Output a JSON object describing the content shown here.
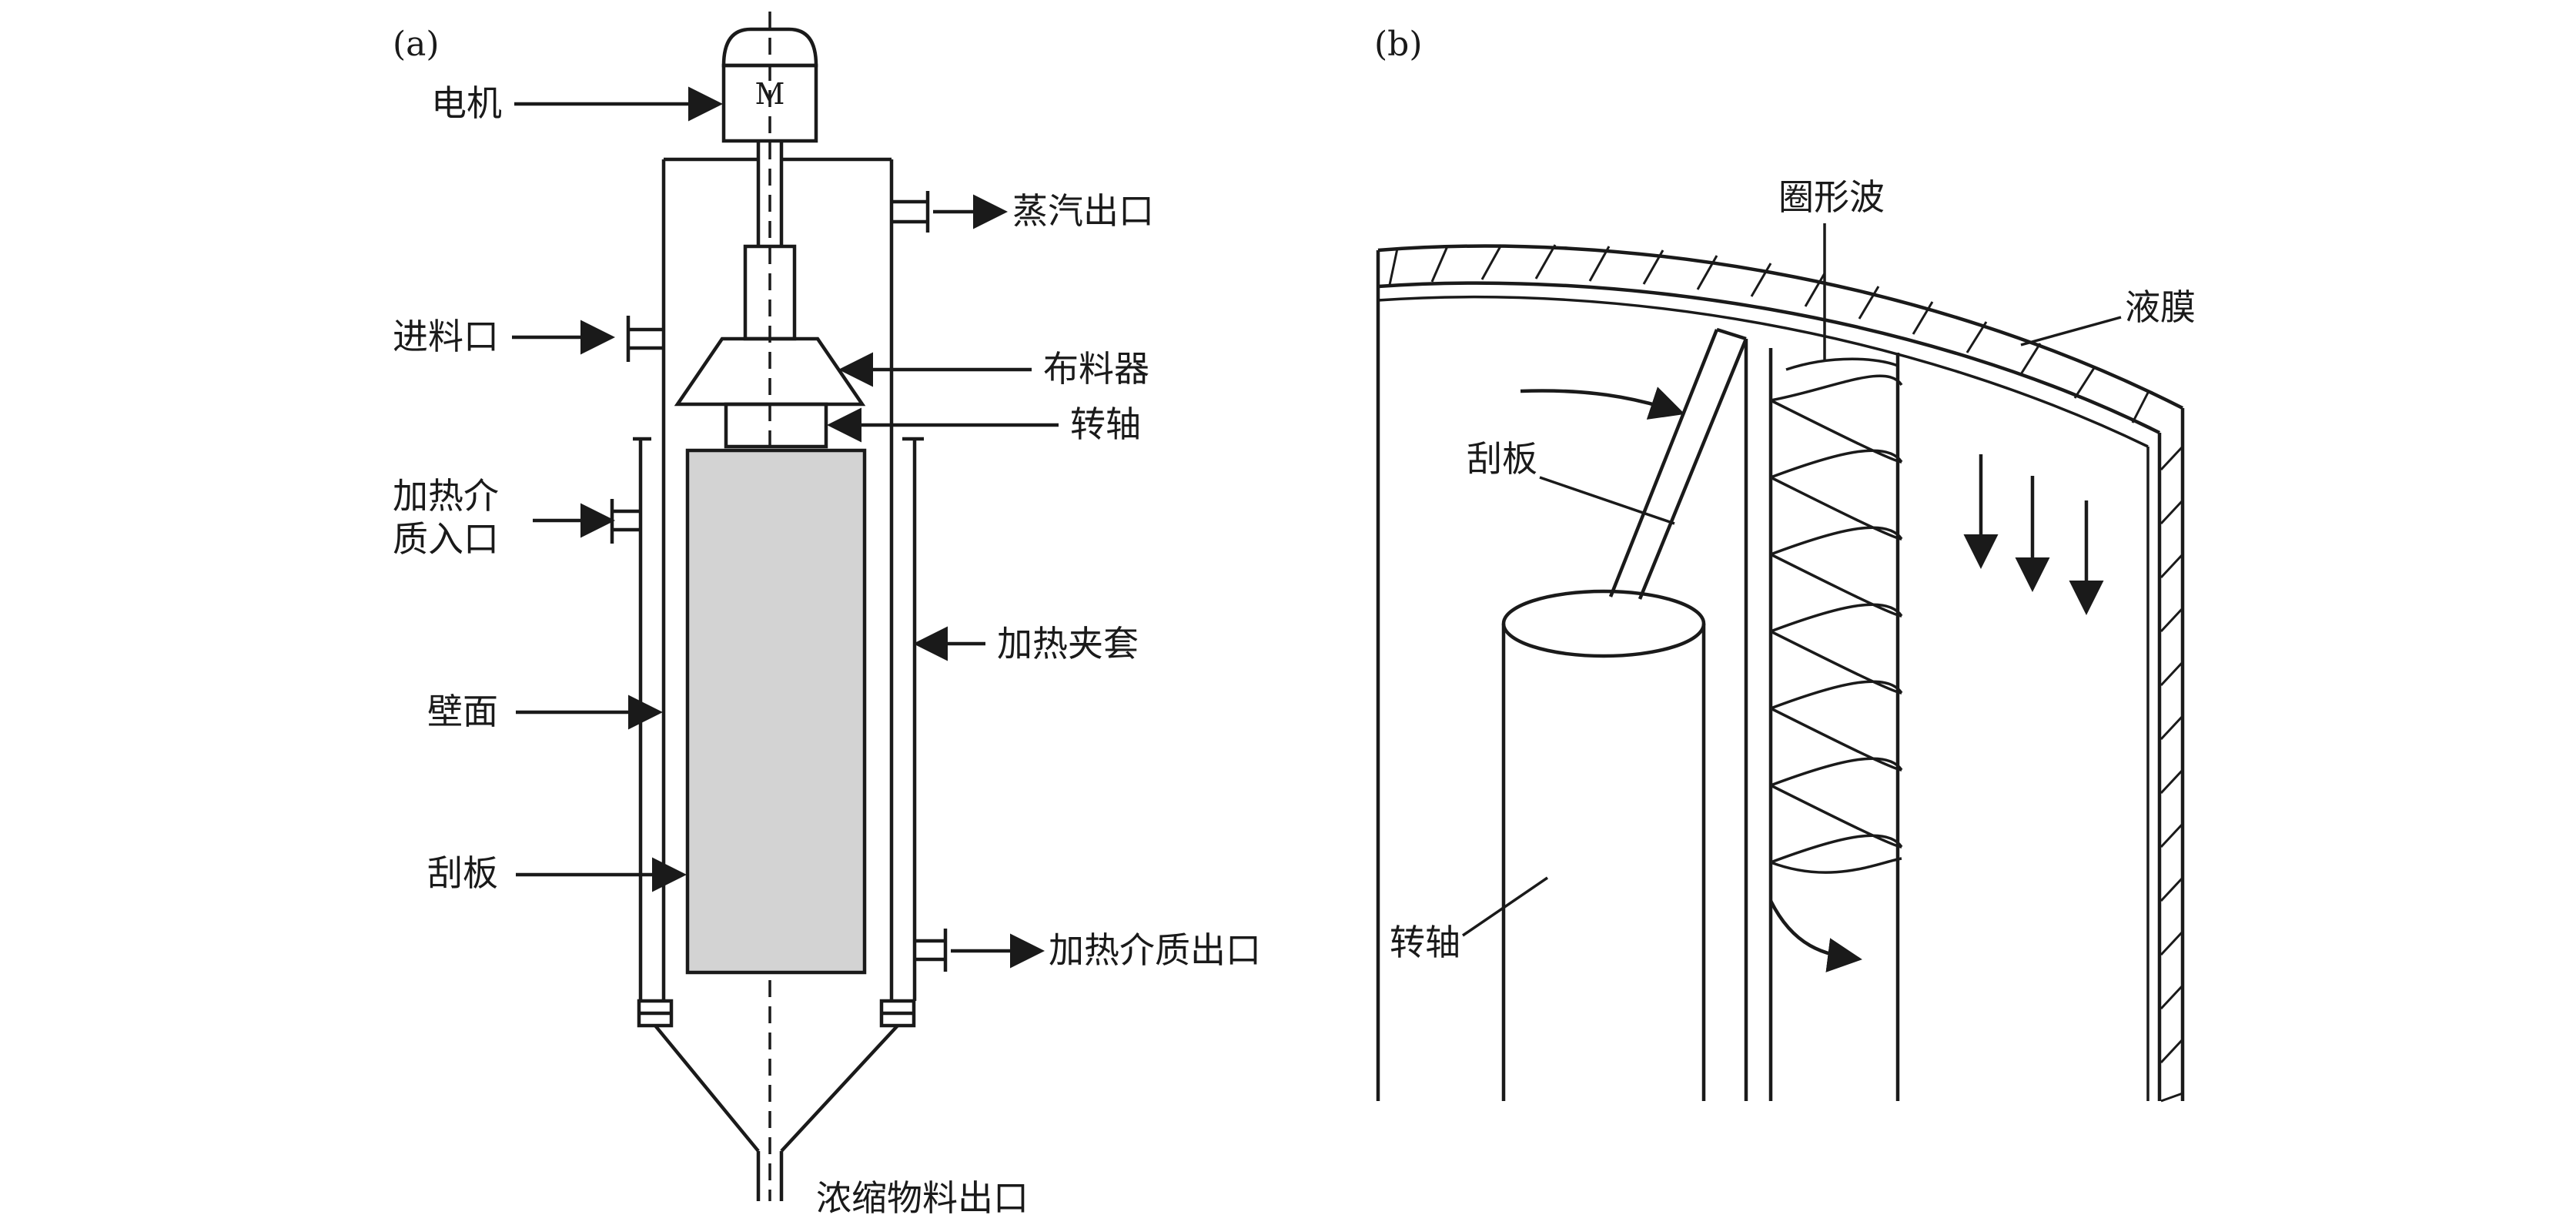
{
  "panel_a": {
    "caption": "(a)",
    "motor_symbol": "M",
    "labels": {
      "motor": "电机",
      "steam_outlet": "蒸汽出口",
      "feed_inlet": "进料口",
      "distributor": "布料器",
      "shaft": "转轴",
      "heating_medium_inlet_line1": "加热介",
      "heating_medium_inlet_line2": "质入口",
      "heating_jacket": "加热夹套",
      "wall": "壁面",
      "scraper": "刮板",
      "heating_medium_outlet": "加热介质出口",
      "concentrate_outlet": "浓缩物料出口"
    }
  },
  "panel_b": {
    "caption": "(b)",
    "labels": {
      "ring_wave": "圈形波",
      "liquid_film": "液膜",
      "scraper": "刮板",
      "shaft": "转轴"
    }
  }
}
